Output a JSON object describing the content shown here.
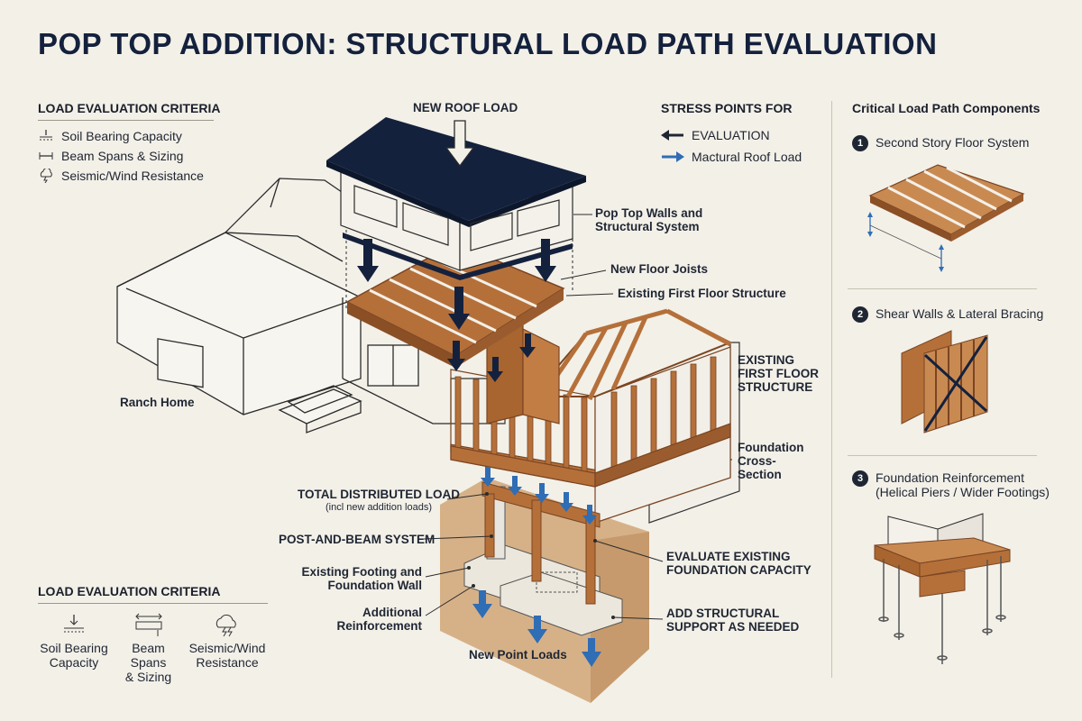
{
  "title": "POP TOP ADDITION: STRUCTURAL LOAD PATH EVALUATION",
  "left_criteria": {
    "heading": "LOAD EVALUATION CRITERIA",
    "items": [
      {
        "label": "Soil Bearing Capacity",
        "icon": "soil-icon"
      },
      {
        "label": "Beam Spans & Sizing",
        "icon": "span-icon"
      },
      {
        "label": "Seismic/Wind Resistance",
        "icon": "storm-icon"
      }
    ]
  },
  "bottom_criteria": {
    "heading": "LOAD EVALUATION CRITERIA",
    "items": [
      {
        "line1": "Soil Bearing",
        "line2": "Capacity",
        "icon": "soil-icon"
      },
      {
        "line1": "Beam Spans",
        "line2": "& Sizing",
        "icon": "beam-icon"
      },
      {
        "line1": "Seismic/Wind",
        "line2": "Resistance",
        "icon": "storm-icon"
      }
    ]
  },
  "legend": {
    "heading": "STRESS POINTS FOR",
    "items": [
      {
        "label": "EVALUATION",
        "color": "#1f2633"
      },
      {
        "label": "Mactural Roof Load",
        "color": "#2f6db5"
      }
    ]
  },
  "diagram_labels": {
    "new_roof_load": "NEW ROOF LOAD",
    "pop_top_walls_1": "Pop Top Walls and",
    "pop_top_walls_2": "Structural System",
    "new_floor_joists": "New Floor Joists",
    "existing_first_floor_structure": "Existing First Floor Structure",
    "existing_ff_1": "EXISTING",
    "existing_ff_2": "FIRST FLOOR",
    "existing_ff_3": "STRUCTURE",
    "ranch_home": "Ranch Home",
    "foundation_cs_1": "Foundation",
    "foundation_cs_2": "Cross-",
    "foundation_cs_3": "Section",
    "total_load": "TOTAL DISTRIBUTED LOAD",
    "total_load_sub": "(incl new addition loads)",
    "post_beam": "POST-AND-BEAM SYSTEM",
    "existing_footing_1": "Existing Footing and",
    "existing_footing_2": "Foundation Wall",
    "additional_1": "Additional",
    "additional_2": "Reinforcement",
    "new_point_loads": "New Point Loads",
    "evaluate_1": "EVALUATE EXISTING",
    "evaluate_2": "FOUNDATION CAPACITY",
    "add_support_1": "ADD STRUCTURAL",
    "add_support_2": "SUPPORT AS NEEDED"
  },
  "components": {
    "heading": "Critical Load Path Components",
    "items": [
      {
        "num": "1",
        "line1": "Second Story Floor System",
        "line2": ""
      },
      {
        "num": "2",
        "line1": "Shear Walls & Lateral Bracing",
        "line2": ""
      },
      {
        "num": "3",
        "line1": "Foundation Reinforcement",
        "line2": "(Helical Piers / Wider Footings)"
      }
    ]
  },
  "colors": {
    "navy": "#14213d",
    "wood": "#b5703a",
    "wood_dark": "#7a4522",
    "load_blue": "#2f6db5",
    "soil": "#d6b188"
  }
}
